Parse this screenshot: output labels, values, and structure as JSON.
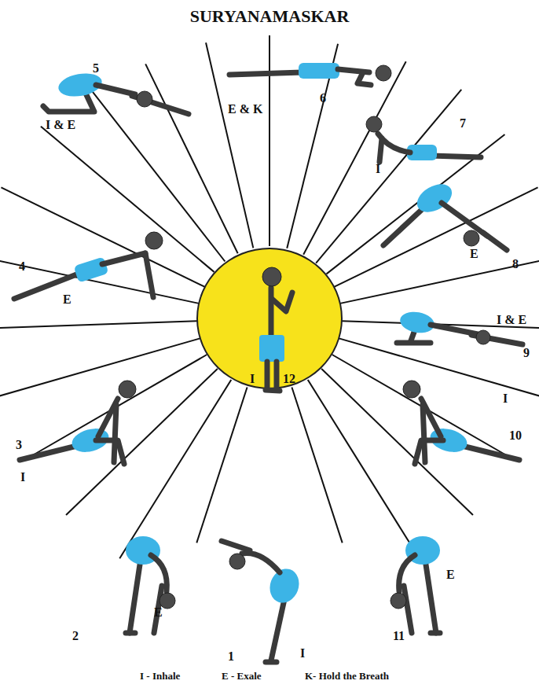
{
  "diagram": {
    "title": "SURYANAMASKAR",
    "nodes": [
      {
        "text": [
          "I",
          "12"
        ]
      }
    ],
    "labels": [
      "1",
      "I",
      "2",
      "E",
      "3",
      "I",
      "4",
      "E",
      "5",
      "I & E",
      "6",
      "E & K",
      "7",
      "I",
      "8",
      "E",
      "9",
      "I & E",
      "10",
      "I",
      "11",
      "E",
      "I - Inhale",
      "E - Exale",
      "K- Hold the Breath"
    ]
  }
}
